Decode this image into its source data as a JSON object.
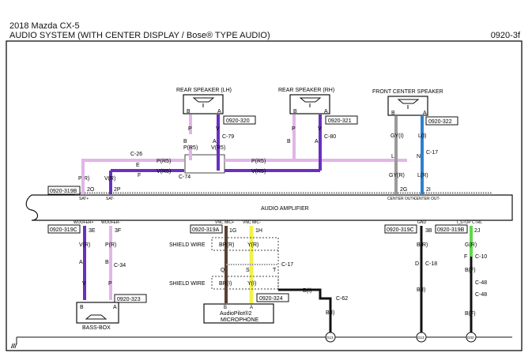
{
  "header": {
    "vehicle": "2018 Mazda CX-5",
    "system": "AUDIO SYSTEM (WITH CENTER DISPLAY / Bose® TYPE AUDIO)",
    "page_id": "0920-3f"
  },
  "colors": {
    "violet": "#6a2fc0",
    "pink": "#e2b5e8",
    "blue": "#2b7fd0",
    "gray": "#9a9a9a",
    "green": "#5fd84a",
    "yellow": "#f2f24a",
    "brown": "#5a4030",
    "black": "#111111"
  },
  "amplifier": {
    "label": "AUDIO AMPLIFIER",
    "top_pins": [
      {
        "pin": "2O",
        "name": "SAT+",
        "connector": "0920-319B",
        "wire": "P(R)"
      },
      {
        "pin": "2P",
        "name": "SAT-",
        "wire": "V(R)"
      },
      {
        "pin": "2G",
        "name": "CENTER OUT+",
        "wire": "GY(R)"
      },
      {
        "pin": "2I",
        "name": "CENTER OUT-",
        "wire": "L(R)"
      }
    ],
    "bottom_pins": [
      {
        "pin": "3E",
        "name": "WOOFER+",
        "connector": "0920-319C",
        "wire": "V(R)"
      },
      {
        "pin": "3F",
        "name": "WOOFER-",
        "wire": "P(R)"
      },
      {
        "pin": "1G",
        "name": "VNC MIC+",
        "connector": "0920-319A",
        "wire": "BR(R)"
      },
      {
        "pin": "1H",
        "name": "VNC MIC-",
        "wire": "Y(R)"
      },
      {
        "pin": "3B",
        "name": "GND",
        "connector": "0920-319C",
        "wire": "B(R)"
      },
      {
        "pin": "2J",
        "name": "I_STOP CTRL",
        "connector": "0920-319B",
        "wire": "G(R)"
      }
    ]
  },
  "components": {
    "rear_lh": {
      "label": "REAR SPEAKER (LH)",
      "connector": "0920-320",
      "pin_b": "B",
      "pin_a": "A",
      "wire_b": "P",
      "wire_a": "V",
      "joint": "C-79",
      "wire_b2": "P(R5)",
      "wire_a2": "V(R5)"
    },
    "rear_rh": {
      "label": "REAR SPEAKER (RH)",
      "connector": "0920-321",
      "pin_b": "B",
      "pin_a": "A",
      "wire_b": "P",
      "wire_a": "V",
      "joint": "C-80",
      "wire_b2": "P(R5)",
      "wire_a2": "V(R5)"
    },
    "front_center": {
      "label": "FRONT CENTER SPEAKER",
      "connector": "0920-322",
      "pin_b": "B",
      "pin_a": "A",
      "wire_b": "GY(I)",
      "wire_a": "L(I)",
      "joint": "C-17",
      "pin_l": "L",
      "pin_n": "N"
    },
    "bass_box": {
      "label": "BASS-BOX",
      "connector": "0920-323",
      "pin_b": "B",
      "pin_a": "A",
      "wire_v": "V",
      "wire_p": "P",
      "joint": "C-34",
      "pin_ja": "A",
      "pin_jb": "B"
    },
    "microphone": {
      "label1": "AudioPilot®2",
      "label2": "MICROPHONE",
      "connector": "0920-324",
      "pin_b": "B",
      "pin_a": "A",
      "wire_br": "BR(I)",
      "wire_y": "Y(I)",
      "joint": "C-17",
      "pins": [
        "Q",
        "S",
        "T"
      ],
      "shield_label": "SHIELD WIRE"
    }
  },
  "joints": {
    "c26": {
      "label": "C-26",
      "pin_e": "E",
      "pin_f": "F"
    },
    "c74": {
      "label": "C-74"
    },
    "c62": {
      "label": "C-62"
    },
    "c18": {
      "label": "C-18",
      "pin": "D"
    },
    "c10": {
      "label": "C-10",
      "pin": "F"
    },
    "c48": {
      "label": "C-48"
    }
  },
  "wires": {
    "p_r5": "P(R5)",
    "v_r5": "V(R5)",
    "b_i": "B(I)",
    "b_f": "B(F)"
  },
  "grounds": [
    "G13",
    "G13",
    "G02"
  ]
}
